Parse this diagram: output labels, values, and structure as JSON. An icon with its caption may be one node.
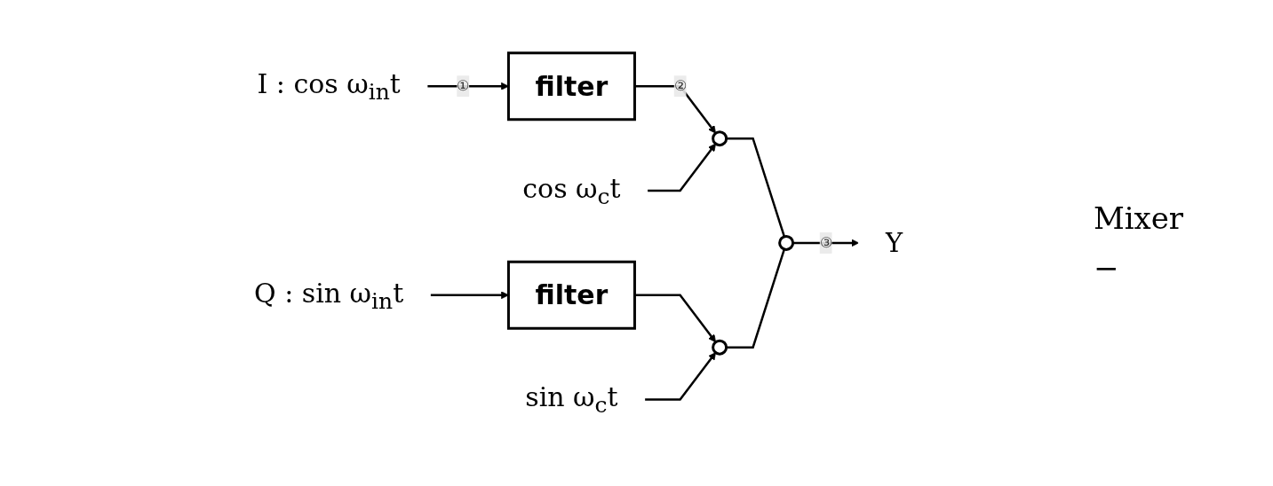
{
  "diagram": {
    "nodes": [
      {
        "text": [
          "I : cos ω$_{in}$t"
        ]
      },
      {
        "text": [
          "filter"
        ]
      },
      {
        "text": [
          "Q : sin ω$_{in}$t"
        ]
      },
      {
        "text": [
          "filter"
        ]
      },
      {
        "text": [
          "cos ω$_{c}$t"
        ]
      },
      {
        "text": [],
        "shape": "circle"
      },
      {
        "text": [],
        "shape": "circle"
      },
      {
        "text": [
          "sin ω$_{c}$t"
        ]
      },
      {
        "text": [],
        "shape": "circle"
      },
      {
        "text": [
          "Y"
        ]
      }
    ],
    "edges": [
      {
        "from": 0,
        "to": 1,
        "arrow": "to",
        "label": "①"
      },
      {
        "from": 1,
        "to": 5,
        "arrow": "to",
        "label": "②"
      },
      {
        "from": 4,
        "to": 5,
        "arrow": "to"
      },
      {
        "from": 2,
        "to": 3,
        "arrow": "to"
      },
      {
        "from": 3,
        "to": 6,
        "arrow": "to"
      },
      {
        "from": 7,
        "to": 6,
        "arrow": "to"
      },
      {
        "from": 5,
        "to": 8,
        "arrow": "none"
      },
      {
        "from": 6,
        "to": 8,
        "arrow": "none"
      },
      {
        "from": 8,
        "to": 9,
        "arrow": "to",
        "label": "③"
      }
    ],
    "labels": [
      "Mixer",
      "−"
    ]
  }
}
